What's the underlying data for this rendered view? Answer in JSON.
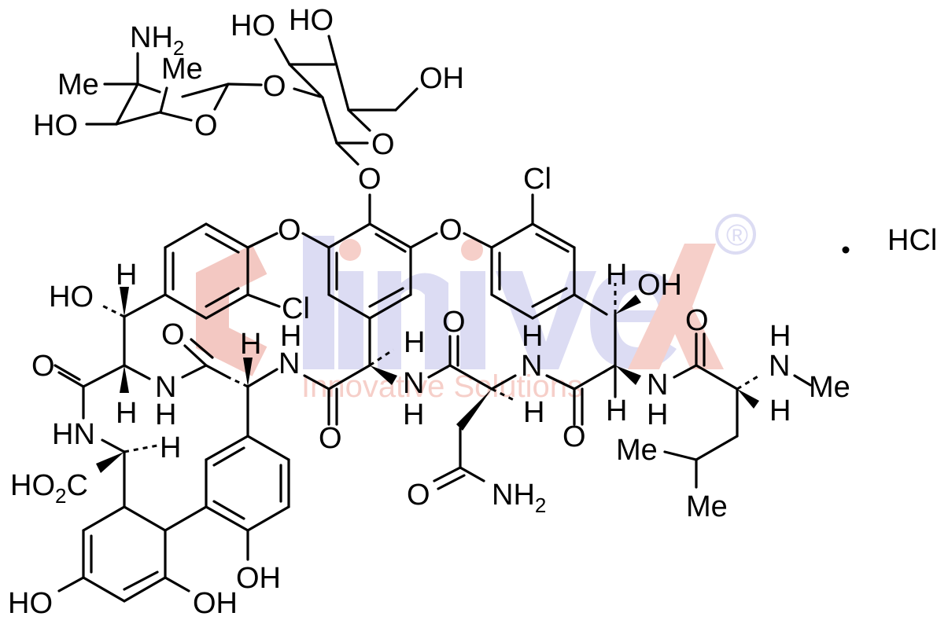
{
  "diagram": {
    "type": "chemical-structure",
    "compound_salt": "HCl",
    "salt_separator": "•",
    "watermark": {
      "brand": "Clinivex",
      "letters": [
        "C",
        "l",
        "i",
        "n",
        "i",
        "v",
        "e",
        "X"
      ],
      "tagline": "Innovative Solutions",
      "registered_mark": "®",
      "colors": {
        "red": "#f6cfc9",
        "blue": "#dcdcf3"
      }
    },
    "labels": {
      "sugar_nh2": "NH",
      "sugar_nh2_sub": "2",
      "sugar_me1": "Me",
      "sugar_me2": "Me",
      "sugar_ho": "HO",
      "sugar_o_ring": "O",
      "glycosidic_o": "O",
      "glc_ho1": "HO",
      "glc_ho2": "HO",
      "glc_oh": "OH",
      "glc_o_ring": "O",
      "glc_o_link": "O",
      "ether_o_left": "O",
      "ether_o_right": "O",
      "cl_left": "Cl",
      "cl_right": "Cl",
      "ho_left": "HO",
      "h_top_left": "H",
      "o_amide1": "O",
      "h_amide_stereo": "H",
      "nh_amide1_h": "H",
      "nh_amide1_n": "N",
      "hn_left": "HN",
      "h_dash_left": "H",
      "h_below": "H",
      "nh_lower_n": "N",
      "nh_lower_h": "H",
      "co2h_main": "HO",
      "co2h_sub": "2",
      "co2h_c": "C",
      "ho_bottom_left": "HO",
      "oh_bottom_mid": "OH",
      "oh_bottom_right": "OH",
      "h_center1": "H",
      "nh_center_n": "N",
      "nh_center_h": "H",
      "o_center1": "O",
      "o_center2": "O",
      "nh_center2_h": "H",
      "nh_center2_n": "N",
      "h_center2": "H",
      "o_center3": "O",
      "o_asn": "O",
      "nh2_asn": "NH",
      "nh2_asn_sub": "2",
      "h_oh_right": "H",
      "oh_right": "OH",
      "h_right1": "H",
      "nh_right_n": "N",
      "nh_right_h": "H",
      "o_right": "O",
      "nme_h": "H",
      "nme_n": "N",
      "nme_me": "Me",
      "h_leu": "H",
      "leu_me1": "Me",
      "leu_me2": "Me"
    }
  }
}
